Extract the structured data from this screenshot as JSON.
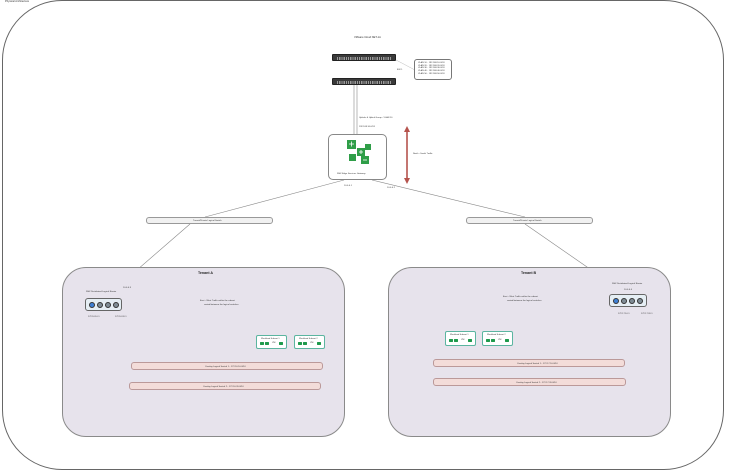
{
  "page_title": "Physical Architecture",
  "switch_stack_label": "VMware Cloud NET-1A",
  "vlan_list": [
    "VLAN 10 - 192.168.10.0/24",
    "VLAN 20 - 192.168.20.0/24",
    "VLAN 30 - 192.168.30.0/24",
    "VLAN 40 - 192.168.40.0/24",
    "VLAN 50 - 192.168.50.0/24"
  ],
  "trunk_label": "802.1",
  "uplink_label_1": "Uplinks & Uplink Group - VLAN 10",
  "uplink_label_2": "192.168.10.0/24",
  "edge_label": "NSX Edge Services Gateway",
  "edge_arrow_label": "North - South Traffic",
  "edge_ip_left": "10.0.0.1",
  "edge_ip_right": "10.0.0.2",
  "transit_left_label": "Transit/Private Logical Switch",
  "transit_right_label": "Transit/Private Logical Switch",
  "colors": {
    "arrow": "#b5534d",
    "tenant_bg": "#e7e3ec",
    "segment_pink": "#f3dcd9",
    "icon_green": "#2f9e48"
  },
  "tenant_a": {
    "title": "Tenant A",
    "router_label": "NSX Distributed Logical Router",
    "router_ip": "10.0.0.3",
    "port_left": "172.16.10.1",
    "port_right": "172.16.20.1",
    "ew_label_1": "East - West Traffic within the subnet",
    "ew_label_2": "routed between the logical switches",
    "workload_1": "Workload Subnet 1",
    "workload_2": "Workload Subnet 2",
    "vm_label": "VM",
    "segment_1": "Overlay Logical Switch 1 - 172.16.10.0/24",
    "segment_2": "Overlay Logical Switch 2 - 172.16.20.0/24"
  },
  "tenant_b": {
    "title": "Tenant B",
    "router_label": "NSX Distributed Logical Router",
    "router_ip": "10.0.0.4",
    "port_left": "172.17.10.1",
    "port_right": "172.17.20.1",
    "ew_label_1": "East - West Traffic within the subnet",
    "ew_label_2": "routed between the logical switches",
    "workload_1": "Workload Subnet 1",
    "workload_2": "Workload Subnet 2",
    "vm_label": "VM",
    "segment_1": "Overlay Logical Switch 1 - 172.17.10.0/24",
    "segment_2": "Overlay Logical Switch 2 - 172.17.20.0/24"
  }
}
